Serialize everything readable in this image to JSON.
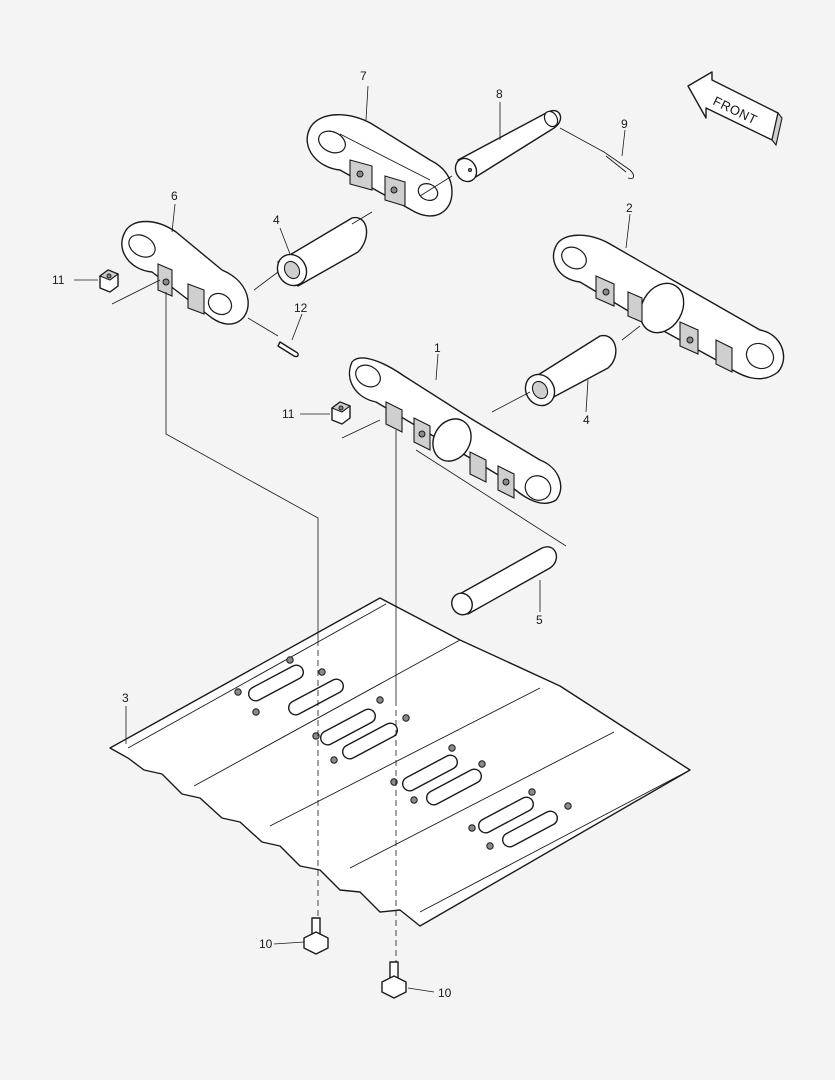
{
  "front_label": "FRONT",
  "callouts": {
    "c1": "1",
    "c2": "2",
    "c3": "3",
    "c4a": "4",
    "c4b": "4",
    "c5": "5",
    "c6": "6",
    "c7": "7",
    "c8": "8",
    "c9": "9",
    "c10a": "10",
    "c10b": "10",
    "c11a": "11",
    "c11b": "11",
    "c12": "12"
  },
  "icons": {
    "front_arrow": "front-arrow-icon"
  }
}
